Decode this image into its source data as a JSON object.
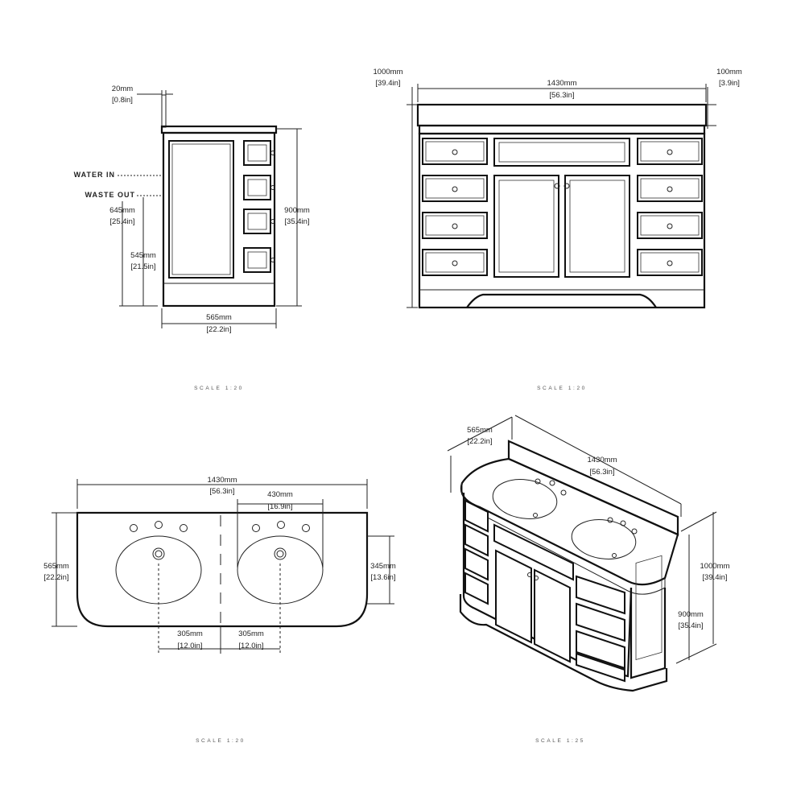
{
  "side_view": {
    "backsplash_depth": {
      "mm": "20mm",
      "inch": "0.8in"
    },
    "water_in": "WATER IN",
    "waste_out": "WASTE OUT",
    "height_645": {
      "mm": "645mm",
      "inch": "25.4in"
    },
    "height_545": {
      "mm": "545mm",
      "inch": "21.5in"
    },
    "height_900": {
      "mm": "900mm",
      "inch": "35.4in"
    },
    "depth_565": {
      "mm": "565mm",
      "inch": "22.2in"
    },
    "scale": "SCALE 1:20"
  },
  "front_view": {
    "total_height": {
      "mm": "1000mm",
      "inch": "39.4in"
    },
    "width": {
      "mm": "1430mm",
      "inch": "56.3in"
    },
    "backsplash_height": {
      "mm": "100mm",
      "inch": "3.9in"
    },
    "scale": "SCALE 1:20"
  },
  "top_view": {
    "width": {
      "mm": "1430mm",
      "inch": "56.3in"
    },
    "basin_width": {
      "mm": "430mm",
      "inch": "16.9in"
    },
    "depth": {
      "mm": "565mm",
      "inch": "22.2in"
    },
    "basin_depth": {
      "mm": "345mm",
      "inch": "13.6in"
    },
    "offset_left": {
      "mm": "305mm",
      "inch": "12.0in"
    },
    "offset_right": {
      "mm": "305mm",
      "inch": "12.0in"
    },
    "scale": "SCALE 1:20"
  },
  "iso_view": {
    "depth": {
      "mm": "565mm",
      "inch": "22.2in"
    },
    "width": {
      "mm": "1430mm",
      "inch": "56.3in"
    },
    "total_height": {
      "mm": "1000mm",
      "inch": "39.4in"
    },
    "cabinet_height": {
      "mm": "900mm",
      "inch": "35.4in"
    },
    "scale": "SCALE 1:25"
  }
}
